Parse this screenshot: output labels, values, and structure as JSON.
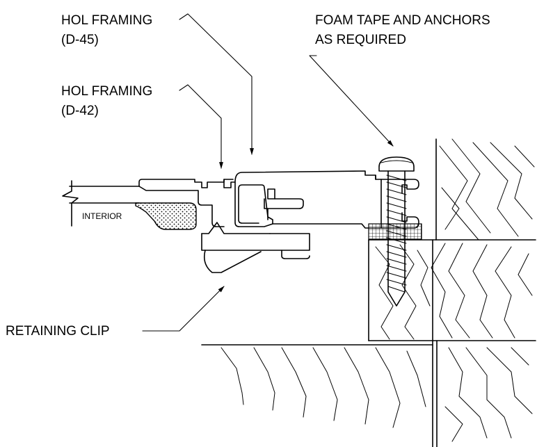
{
  "labels": {
    "hol_d45_line1": "HOL FRAMING",
    "hol_d45_line2": "(D-45)",
    "hol_d42_line1": "HOL FRAMING",
    "hol_d42_line2": "(D-42)",
    "foam_line1": "FOAM TAPE AND ANCHORS",
    "foam_line2": "AS REQUIRED",
    "interior": "INTERIOR",
    "retaining_clip": "RETAINING CLIP"
  }
}
